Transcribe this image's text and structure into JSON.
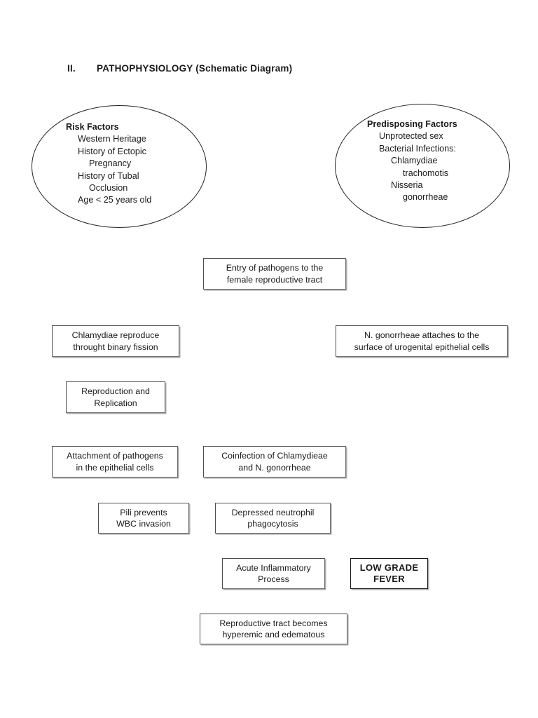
{
  "document": {
    "heading": {
      "numeral": "II.",
      "title": "PATHOPHYSIOLOGY (Schematic Diagram)"
    }
  },
  "ellipses": [
    {
      "name": "risk-factors",
      "title": "Risk Factors",
      "items": [
        "Western Heritage",
        "History of Ectopic",
        "Pregnancy",
        "History of Tubal",
        "Occlusion",
        "Age < 25 years old"
      ]
    },
    {
      "name": "predisposing-factors",
      "title": "Predisposing Factors",
      "items": [
        "Unprotected sex",
        "Bacterial Infections:",
        "Chlamydiae",
        "trachomotis",
        "Nisseria",
        "gonorrheae"
      ]
    }
  ],
  "boxes": [
    {
      "name": "entry",
      "label": "Entry of pathogens to the\nfemale reproductive tract",
      "emphasis": false
    },
    {
      "name": "chlamydiae",
      "label": "Chlamydiae reproduce\nthrought binary fission",
      "emphasis": false
    },
    {
      "name": "gonorrheae",
      "label": "N. gonorrheae attaches to the\nsurface of urogenital epithelial cells",
      "emphasis": false
    },
    {
      "name": "reproduction",
      "label": "Reproduction and\nReplication",
      "emphasis": false
    },
    {
      "name": "attachment",
      "label": "Attachment of pathogens\nin the epithelial cells",
      "emphasis": false
    },
    {
      "name": "coinfection",
      "label": "Coinfection of Chlamydieae\nand N. gonorrheae",
      "emphasis": false
    },
    {
      "name": "pili",
      "label": "Pili prevents\nWBC invasion",
      "emphasis": false
    },
    {
      "name": "neutrophil",
      "label": "Depressed neutrophil\nphagocytosis",
      "emphasis": false
    },
    {
      "name": "acute",
      "label": "Acute Inflammatory\nProcess",
      "emphasis": false
    },
    {
      "name": "fever",
      "label": "LOW GRADE\nFEVER",
      "emphasis": true
    },
    {
      "name": "hyperemic",
      "label": "Reproductive tract becomes\nhyperemic and edematous",
      "emphasis": false
    }
  ],
  "colors": {
    "page_background": "#ffffff",
    "text": "#1a1a1a",
    "box_border": "#4c4c4c",
    "box_shadow": "#a9a9a9",
    "ellipse_border": "#222222"
  }
}
